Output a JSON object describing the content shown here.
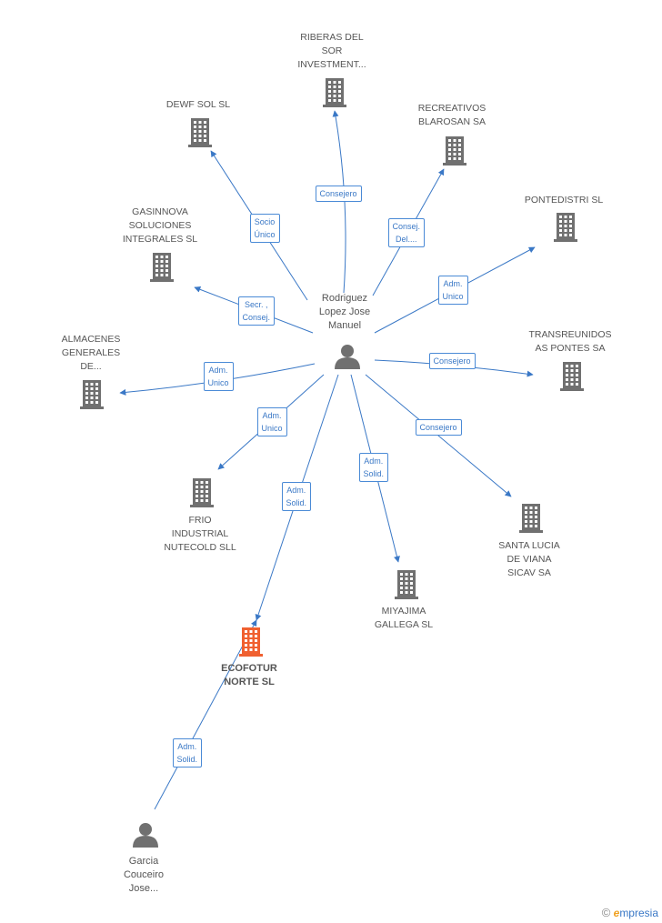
{
  "colors": {
    "edge": "#3a78c6",
    "building": "#707070",
    "focus_building": "#f06030",
    "person": "#707070"
  },
  "nodes": [
    {
      "id": "center",
      "type": "person",
      "label": "Rodriguez\nLopez Jose\nManuel",
      "icon": "person-icon"
    },
    {
      "id": "riberas",
      "type": "company",
      "label": "RIBERAS DEL\nSOR\nINVESTMENT...",
      "icon": "building-icon"
    },
    {
      "id": "dewf",
      "type": "company",
      "label": "DEWF SOL SL",
      "icon": "building-icon"
    },
    {
      "id": "recreativos",
      "type": "company",
      "label": "RECREATIVOS\nBLAROSAN SA",
      "icon": "building-icon"
    },
    {
      "id": "pontedistri",
      "type": "company",
      "label": "PONTEDISTRI SL",
      "icon": "building-icon"
    },
    {
      "id": "gasinnova",
      "type": "company",
      "label": "GASINNOVA\nSOLUCIONES\nINTEGRALES SL",
      "icon": "building-icon"
    },
    {
      "id": "transreunidos",
      "type": "company",
      "label": "TRANSREUNIDOS\nAS PONTES SA",
      "icon": "building-icon"
    },
    {
      "id": "almacenes",
      "type": "company",
      "label": "ALMACENES\nGENERALES\nDE...",
      "icon": "building-icon"
    },
    {
      "id": "frio",
      "type": "company",
      "label": "FRIO\nINDUSTRIAL\nNUTECOLD SLL",
      "icon": "building-icon"
    },
    {
      "id": "santalucia",
      "type": "company",
      "label": "SANTA LUCIA\nDE VIANA\nSICAV SA",
      "icon": "building-icon"
    },
    {
      "id": "miyajima",
      "type": "company",
      "label": "MIYAJIMA\nGALLEGA SL",
      "icon": "building-icon"
    },
    {
      "id": "ecofotur",
      "type": "focus",
      "label": "ECOFOTUR\nNORTE SL",
      "icon": "building-icon"
    },
    {
      "id": "garcia",
      "type": "person",
      "label": "Garcia\nCouceiro\nJose...",
      "icon": "person-icon"
    }
  ],
  "edges": [
    {
      "from": "center",
      "to": "riberas",
      "label": "Consejero"
    },
    {
      "from": "center",
      "to": "dewf",
      "label": "Socio\nÚnico"
    },
    {
      "from": "center",
      "to": "recreativos",
      "label": "Consej.\nDel...."
    },
    {
      "from": "center",
      "to": "pontedistri",
      "label": "Adm.\nUnico"
    },
    {
      "from": "center",
      "to": "gasinnova",
      "label": "Secr. ,\nConsej."
    },
    {
      "from": "center",
      "to": "transreunidos",
      "label": "Consejero"
    },
    {
      "from": "center",
      "to": "almacenes",
      "label": "Adm.\nUnico"
    },
    {
      "from": "center",
      "to": "frio",
      "label": "Adm.\nUnico"
    },
    {
      "from": "center",
      "to": "santalucia",
      "label": "Consejero"
    },
    {
      "from": "center",
      "to": "miyajima",
      "label": "Adm.\nSolid."
    },
    {
      "from": "center",
      "to": "ecofotur",
      "label": "Adm.\nSolid."
    },
    {
      "from": "garcia",
      "to": "ecofotur",
      "label": "Adm.\nSolid."
    }
  ],
  "watermark": {
    "copyright": "©",
    "brand_initial": "e",
    "brand_rest": "mpresia"
  }
}
